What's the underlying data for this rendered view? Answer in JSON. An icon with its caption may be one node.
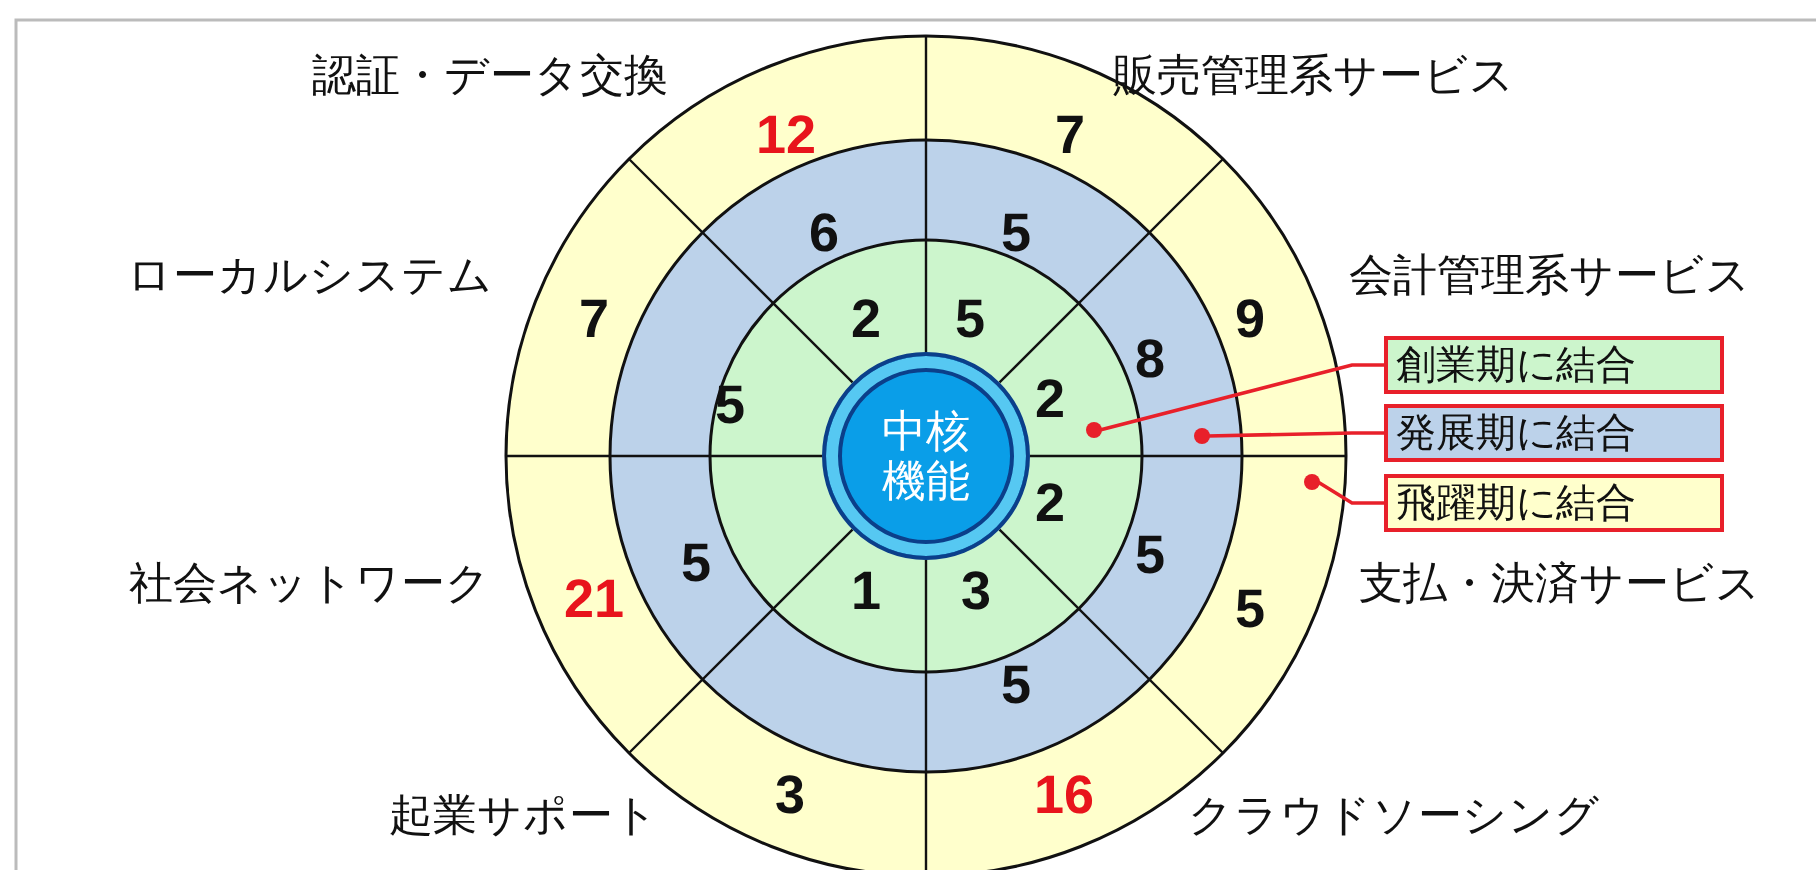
{
  "diagram": {
    "nodes": [
      {
        "text": [
          "中核機能"
        ]
      },
      {
        "text": [
          "創業期に結合"
        ]
      },
      {
        "text": [
          "発展期に結合"
        ]
      },
      {
        "text": [
          "飛躍期に結合"
        ]
      },
      {
        "text": [],
        "shape": "circle"
      },
      {
        "text": [],
        "shape": "circle"
      },
      {
        "text": [],
        "shape": "circle"
      }
    ],
    "edges": [
      {
        "from": 1,
        "to": 4,
        "arrow": "none"
      },
      {
        "from": 2,
        "to": 5,
        "arrow": "none"
      },
      {
        "from": 3,
        "to": 6,
        "arrow": "none"
      }
    ],
    "labels": [
      "認証・データ交換",
      "販売管理系サービス",
      "12",
      "7",
      "ローカルシステム",
      "6",
      "5",
      "会計管理系サービス",
      "7",
      "2",
      "5",
      "9",
      "8",
      "5",
      "2",
      "2",
      "社会ネットワーク",
      "21",
      "5",
      "1",
      "3",
      "5",
      "5",
      "支払・決済サービス",
      "5",
      "起業サポート",
      "3",
      "16",
      "クラウドソーシング"
    ]
  }
}
